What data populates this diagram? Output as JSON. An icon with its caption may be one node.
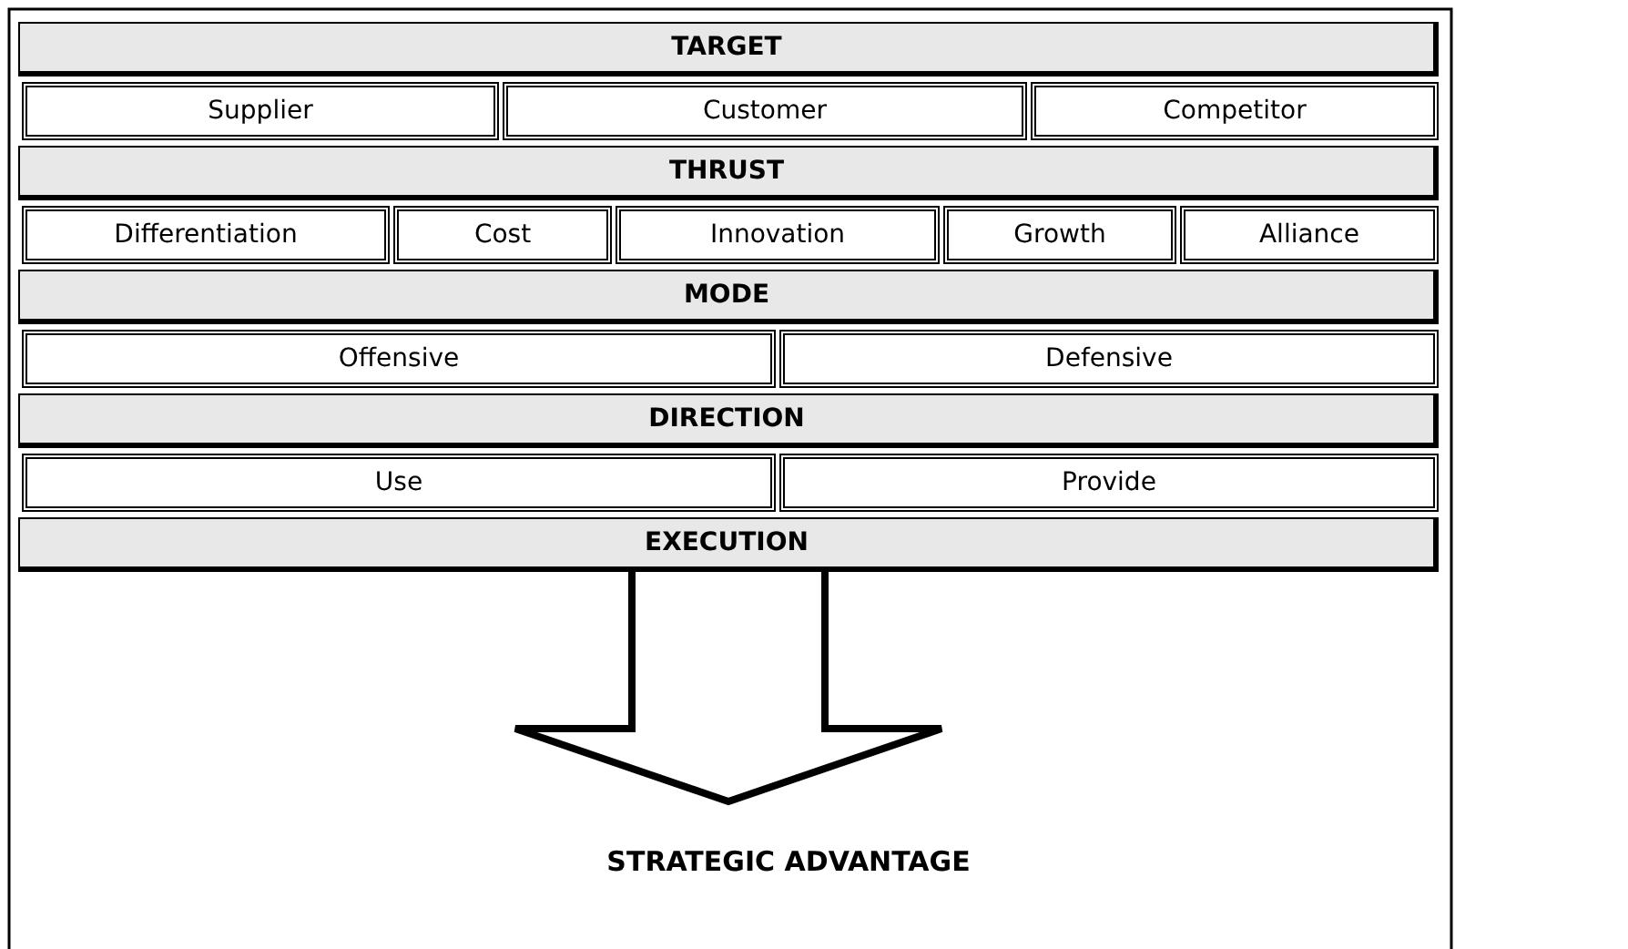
{
  "diagram": {
    "nodes": [
      {
        "text": [
          "TARGET"
        ]
      },
      {
        "text": [
          "Supplier"
        ]
      },
      {
        "text": [
          "Customer"
        ]
      },
      {
        "text": [
          "Competitor"
        ]
      },
      {
        "text": [
          "THRUST"
        ]
      },
      {
        "text": [
          "Differentiation"
        ]
      },
      {
        "text": [
          "Cost"
        ]
      },
      {
        "text": [
          "Innovation"
        ]
      },
      {
        "text": [
          "Growth"
        ]
      },
      {
        "text": [
          "Alliance"
        ]
      },
      {
        "text": [
          "MODE"
        ]
      },
      {
        "text": [
          "Offensive"
        ]
      },
      {
        "text": [
          "Defensive"
        ]
      },
      {
        "text": [
          "DIRECTION"
        ]
      },
      {
        "text": [
          "Use"
        ]
      },
      {
        "text": [
          "Provide"
        ]
      },
      {
        "text": [
          "EXECUTION"
        ]
      },
      {
        "text": [
          "STRATEGIC ADVANTAGE"
        ]
      }
    ],
    "edges": [
      {
        "from": 16,
        "to": 17,
        "arrow": "to"
      }
    ]
  }
}
